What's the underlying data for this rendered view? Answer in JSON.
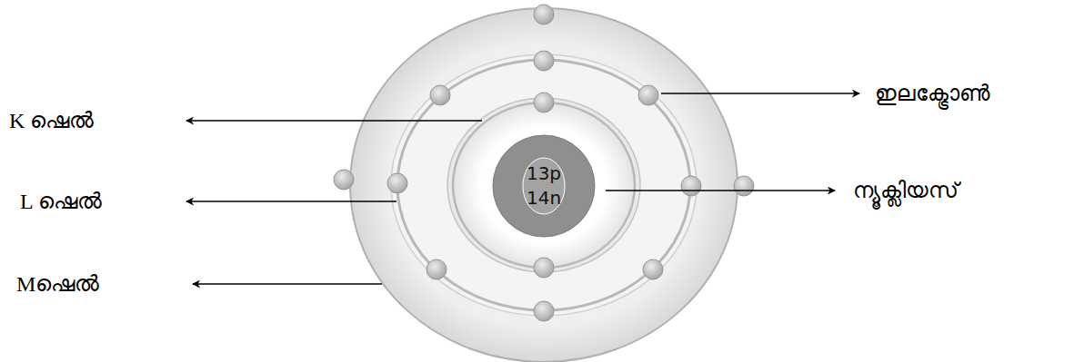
{
  "diagram": {
    "nodes": [
      {
        "text": [
          "13p",
          "14n"
        ]
      }
    ],
    "labels": [
      "K ഷെൽ",
      "L ഷെൽ",
      "Mഷെൽ",
      "ഇലക്ട്രോൺ",
      "ന്യൂക്ലിയസ്"
    ]
  }
}
